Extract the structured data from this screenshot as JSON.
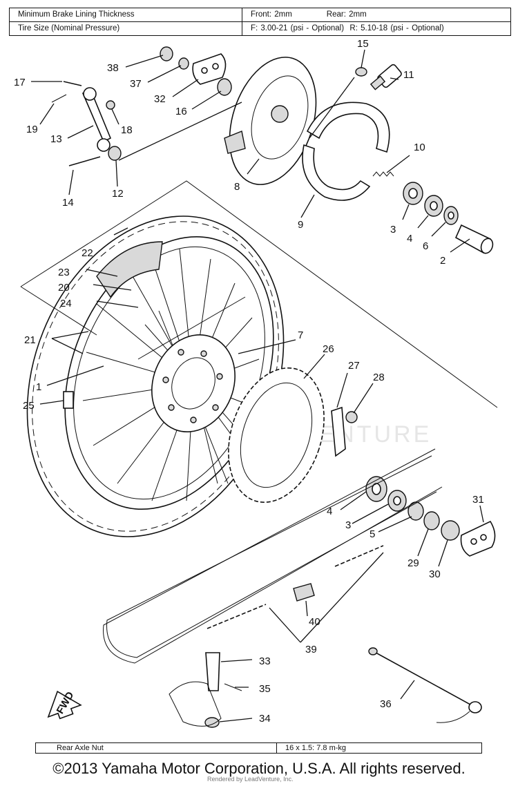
{
  "spec_table": {
    "rows": [
      {
        "label": "Minimum Brake Lining Thickness",
        "front": "Front: 2mm",
        "rear": "Rear: 2mm"
      },
      {
        "label": "Tire Size (Nominal Pressure)",
        "front": "F: 3.00-21 (psi - Optional)",
        "rear": "R: 5.10-18 (psi - Optional)"
      }
    ]
  },
  "footer_table": {
    "label": "Rear Axle Nut",
    "value": "16 x 1.5: 7.8 m-kg"
  },
  "copyright": "©2013 Yamaha Motor Corporation, U.S.A. All rights reserved.",
  "render_note": "Rendered by LeadVenture, Inc.",
  "watermark": "LEADVENTURE",
  "fwd_label": "FWD",
  "callouts": {
    "c1": "1",
    "c2": "2",
    "c3a": "3",
    "c3b": "3",
    "c4a": "4",
    "c4b": "4",
    "c5": "5",
    "c6": "6",
    "c7": "7",
    "c8": "8",
    "c9": "9",
    "c10": "10",
    "c11": "11",
    "c12": "12",
    "c13": "13",
    "c14": "14",
    "c15": "15",
    "c16": "16",
    "c17": "17",
    "c18": "18",
    "c19": "19",
    "c20": "20",
    "c21": "21",
    "c22": "22",
    "c23": "23",
    "c24": "24",
    "c25": "25",
    "c26": "26",
    "c27": "27",
    "c28": "28",
    "c29": "29",
    "c30": "30",
    "c31": "31",
    "c32": "32",
    "c33": "33",
    "c34": "34",
    "c35": "35",
    "c36": "36",
    "c37": "37",
    "c38": "38",
    "c39": "39",
    "c40": "40"
  }
}
